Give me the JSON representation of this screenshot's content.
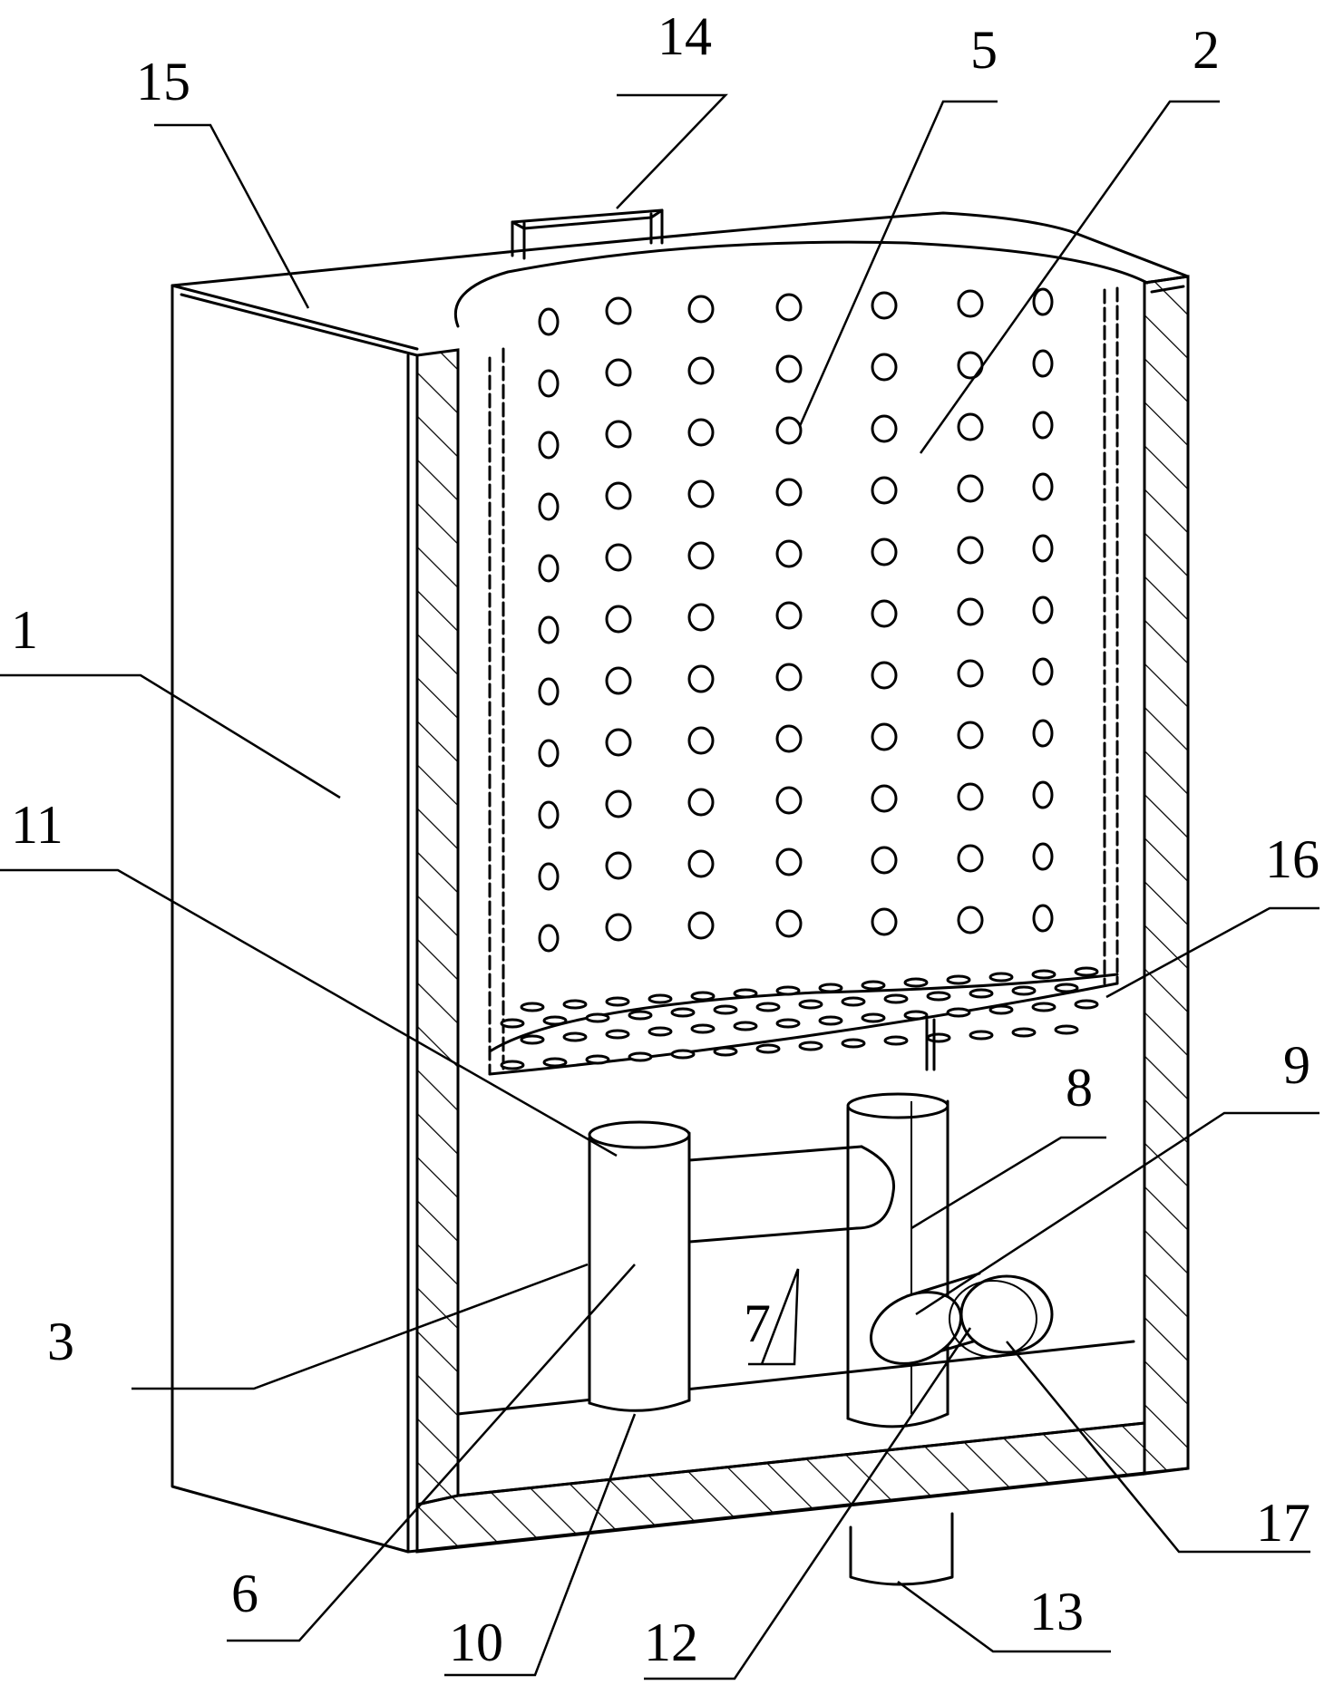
{
  "labels": [
    {
      "id": "1",
      "text": "1"
    },
    {
      "id": "2",
      "text": "2"
    },
    {
      "id": "3",
      "text": "3"
    },
    {
      "id": "5",
      "text": "5"
    },
    {
      "id": "6",
      "text": "6"
    },
    {
      "id": "7",
      "text": "7"
    },
    {
      "id": "8",
      "text": "8"
    },
    {
      "id": "9",
      "text": "9"
    },
    {
      "id": "10",
      "text": "10"
    },
    {
      "id": "11",
      "text": "11"
    },
    {
      "id": "12",
      "text": "12"
    },
    {
      "id": "13",
      "text": "13"
    },
    {
      "id": "14",
      "text": "14"
    },
    {
      "id": "15",
      "text": "15"
    },
    {
      "id": "16",
      "text": "16"
    },
    {
      "id": "17",
      "text": "17"
    }
  ]
}
